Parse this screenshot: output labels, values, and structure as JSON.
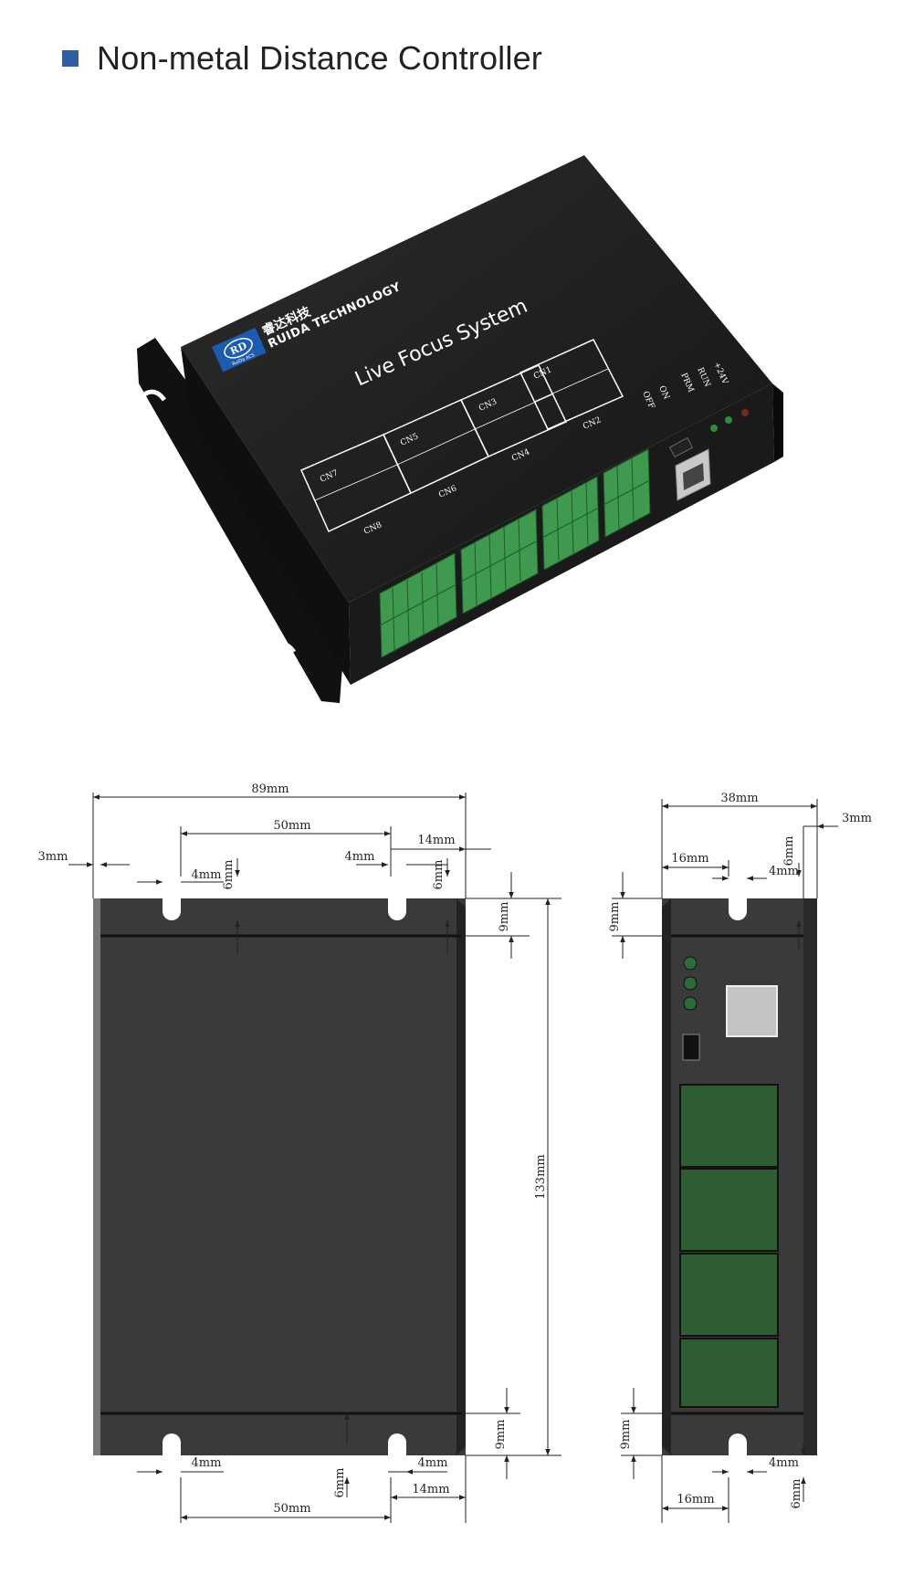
{
  "header": {
    "title": "Non-metal Distance Controller",
    "bullet_color": "#2f5f9e"
  },
  "product": {
    "brand_cn": "睿达科技",
    "brand_en": "RUIDA TECHNOLOGY",
    "logo_text": "RD",
    "logo_sub": "RuiDa ACS",
    "model": "Live Focus System",
    "led_labels": [
      "+24V",
      "RUN",
      "PRM"
    ],
    "switch_on": "ON",
    "switch_off": "OFF",
    "connector_labels": [
      "CN7",
      "CN8",
      "CN5",
      "CN6",
      "CN3",
      "CN4",
      "CN1",
      "CN2"
    ]
  },
  "drawing_front": {
    "width_total": "89mm",
    "hole_spacing_top": "50mm",
    "edge_offset_right": "14mm",
    "margin_left": "3mm",
    "slot_width_left": "4mm",
    "slot_depth_left": "6mm",
    "slot_width_right": "4mm",
    "slot_depth_right": "6mm",
    "flange_height_top": "9mm",
    "height_total": "133mm",
    "flange_height_bottom": "9mm",
    "slot_width_bottom_left": "4mm",
    "slot_depth_bottom": "6mm",
    "slot_width_bottom_right": "4mm",
    "edge_offset_bottom": "14mm",
    "hole_spacing_bottom": "50mm"
  },
  "drawing_side": {
    "width_total": "38mm",
    "margin_right": "3mm",
    "slot_depth_top": "6mm",
    "slot_offset_top": "16mm",
    "slot_width_top": "4mm",
    "flange_height_top": "9mm",
    "flange_height_bottom": "9mm",
    "slot_offset_bottom": "16mm",
    "slot_width_bottom": "4mm",
    "slot_depth_bottom": "6mm"
  },
  "colors": {
    "body": "#3a3a3a",
    "body_dark": "#1e1e1e",
    "terminal": "#2e5c33",
    "terminal_bright": "#3d9a4e",
    "led": "#2f6b3a",
    "usb": "#c4c4c4"
  }
}
